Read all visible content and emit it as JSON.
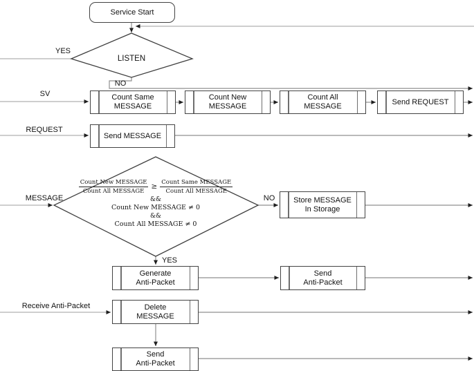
{
  "colors": {
    "background": "#ffffff",
    "connector": "#8f8f8f",
    "connector_light": "#b0b0b0",
    "arrowhead": "#1f1f1f",
    "node_border": "#424242",
    "text": "#111111"
  },
  "nodes": {
    "service_start": "Service Start",
    "listen": "LISTEN",
    "count_same": "Count Same\nMESSAGE",
    "count_new": "Count New\nMESSAGE",
    "count_all": "Count All\nMESSAGE",
    "send_request": "Send REQUEST",
    "send_message": "Send MESSAGE",
    "store_message": "Store MESSAGE\nIn Storage",
    "generate_anti_packet": "Generate\nAnti-Packet",
    "send_anti_packet": "Send\nAnti-Packet",
    "delete_message": "Delete\nMESSAGE",
    "send_anti_packet_2": "Send\nAnti-Packet"
  },
  "decision_formula": {
    "frac_left_num": "Count New MESSAGE",
    "frac_left_den": "Count All MESSAGE",
    "comparator": "≥",
    "frac_right_num": "Count Same MESSAGE",
    "frac_right_den": "Count All MESSAGE",
    "and_1": "&&",
    "condition_2": "Count New MESSAGE ≠ 0",
    "and_2": "&&",
    "condition_3": "Count All MESSAGE ≠ 0"
  },
  "edge_labels": {
    "listen_yes": "YES",
    "listen_no": "NO",
    "sv": "SV",
    "request": "REQUEST",
    "message": "MESSAGE",
    "decision_no": "NO",
    "decision_yes": "YES",
    "receive_anti_packet": "Receive Anti-Packet"
  }
}
